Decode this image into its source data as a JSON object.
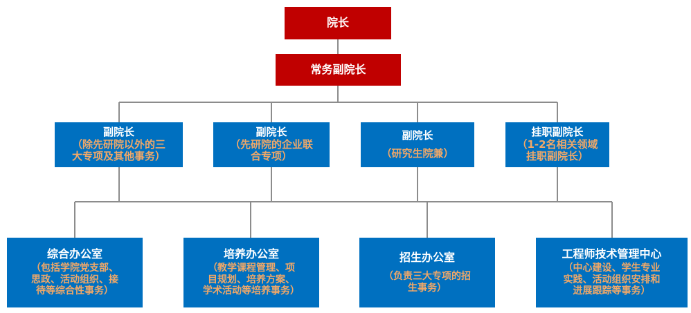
{
  "org": {
    "top": {
      "title": "院长"
    },
    "second": {
      "title": "常务副院长"
    },
    "vice": [
      {
        "title": "副院长",
        "sub": [
          "（除先研院以外的三",
          "大专项及其他事务）"
        ]
      },
      {
        "title": "副院长",
        "sub": [
          "（先研院的企业联",
          "合专项）"
        ]
      },
      {
        "title": "副院长",
        "sub": [
          "（研究生院兼）"
        ]
      },
      {
        "title": "挂职副院长",
        "sub": [
          "（1-2名相关领域",
          "挂职副院长）"
        ]
      }
    ],
    "offices": [
      {
        "title": "综合办公室",
        "sub": [
          "（包括学院党支部、",
          "思政、活动组织、接",
          "待等综合性事务）"
        ]
      },
      {
        "title": "培养办公室",
        "sub": [
          "（教学课程管理、项",
          "目规划、培养方案、",
          "学术活动等培养事务）"
        ]
      },
      {
        "title": "招生办公室",
        "sub": [
          "（负责三大专项的招",
          "生事务）"
        ]
      },
      {
        "title": "工程师技术管理中心",
        "sub": [
          "（中心建设、学生专业",
          "实践、活动组织安排和",
          "进展跟踪等事务）"
        ]
      }
    ]
  },
  "colors": {
    "red": "#c00000",
    "blue": "#0070c0",
    "subtext": "#f0a868",
    "connector": "#8c8c8c"
  }
}
